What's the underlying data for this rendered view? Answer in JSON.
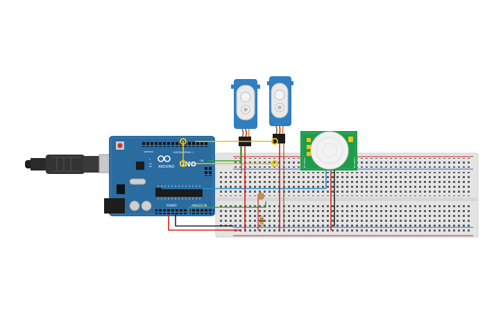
{
  "arduino": {
    "brand": "ARDUINO",
    "model": "UNO",
    "digital_label": "DIGITAL (PWM~)",
    "power_label": "POWER",
    "analog_label": "ANALOG IN",
    "aref_label": "AREF",
    "gnd_label": "GND",
    "tx_label": "TX",
    "rx_label": "RX",
    "on_label": "ON",
    "l_label": "L"
  },
  "pir_sensor": {
    "label_left": "HC-SR501",
    "label_right": "HC-SR501"
  },
  "colors": {
    "board": "#2a6ba0",
    "board_dark": "#1d4f78",
    "breadboard": "#e4e4e4",
    "servo": "#2f7fc2",
    "pir_board": "#1e9c4b",
    "wire_red": "#d21e1e",
    "wire_black": "#222222",
    "wire_green": "#36a336",
    "wire_blue": "#2b8fd0",
    "wire_yellow": "#e8c20f",
    "wire_orange": "#e07c18"
  }
}
